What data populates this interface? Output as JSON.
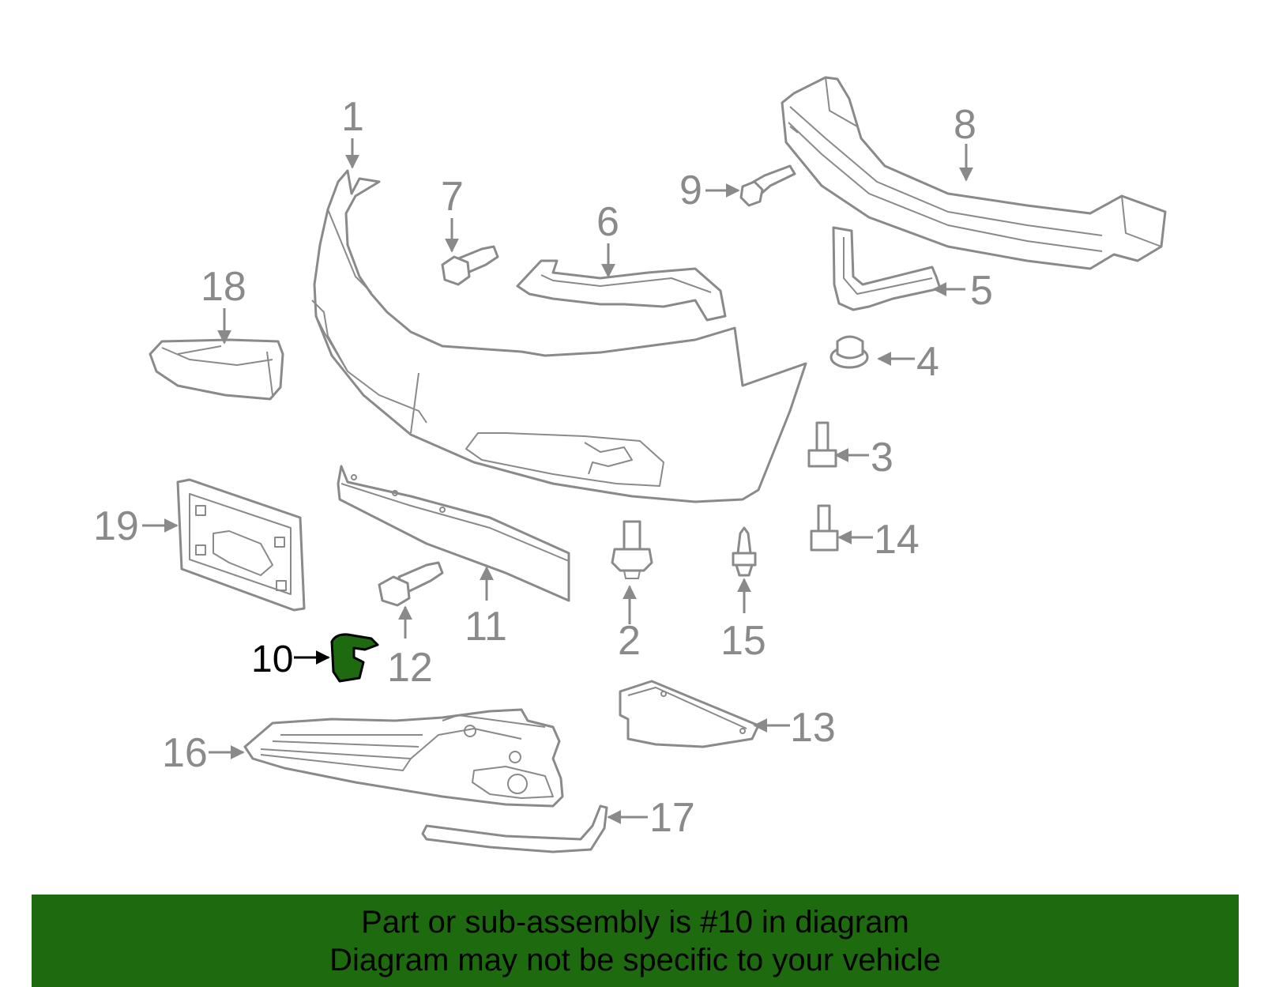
{
  "diagram": {
    "callouts": {
      "c1": "1",
      "c2": "2",
      "c3": "3",
      "c4": "4",
      "c5": "5",
      "c6": "6",
      "c7": "7",
      "c8": "8",
      "c9": "9",
      "c10": "10",
      "c11": "11",
      "c12": "12",
      "c13": "13",
      "c14": "14",
      "c15": "15",
      "c16": "16",
      "c17": "17",
      "c18": "18",
      "c19": "19"
    },
    "highlighted_part": "10"
  },
  "banner": {
    "line1": "Part or sub-assembly is #10 in diagram",
    "line2": "Diagram may not be specific to your vehicle",
    "background_color": "#1e6b0f"
  },
  "colors": {
    "line_art": "#8a8a8a",
    "highlight_fill": "#1e6b0f"
  }
}
